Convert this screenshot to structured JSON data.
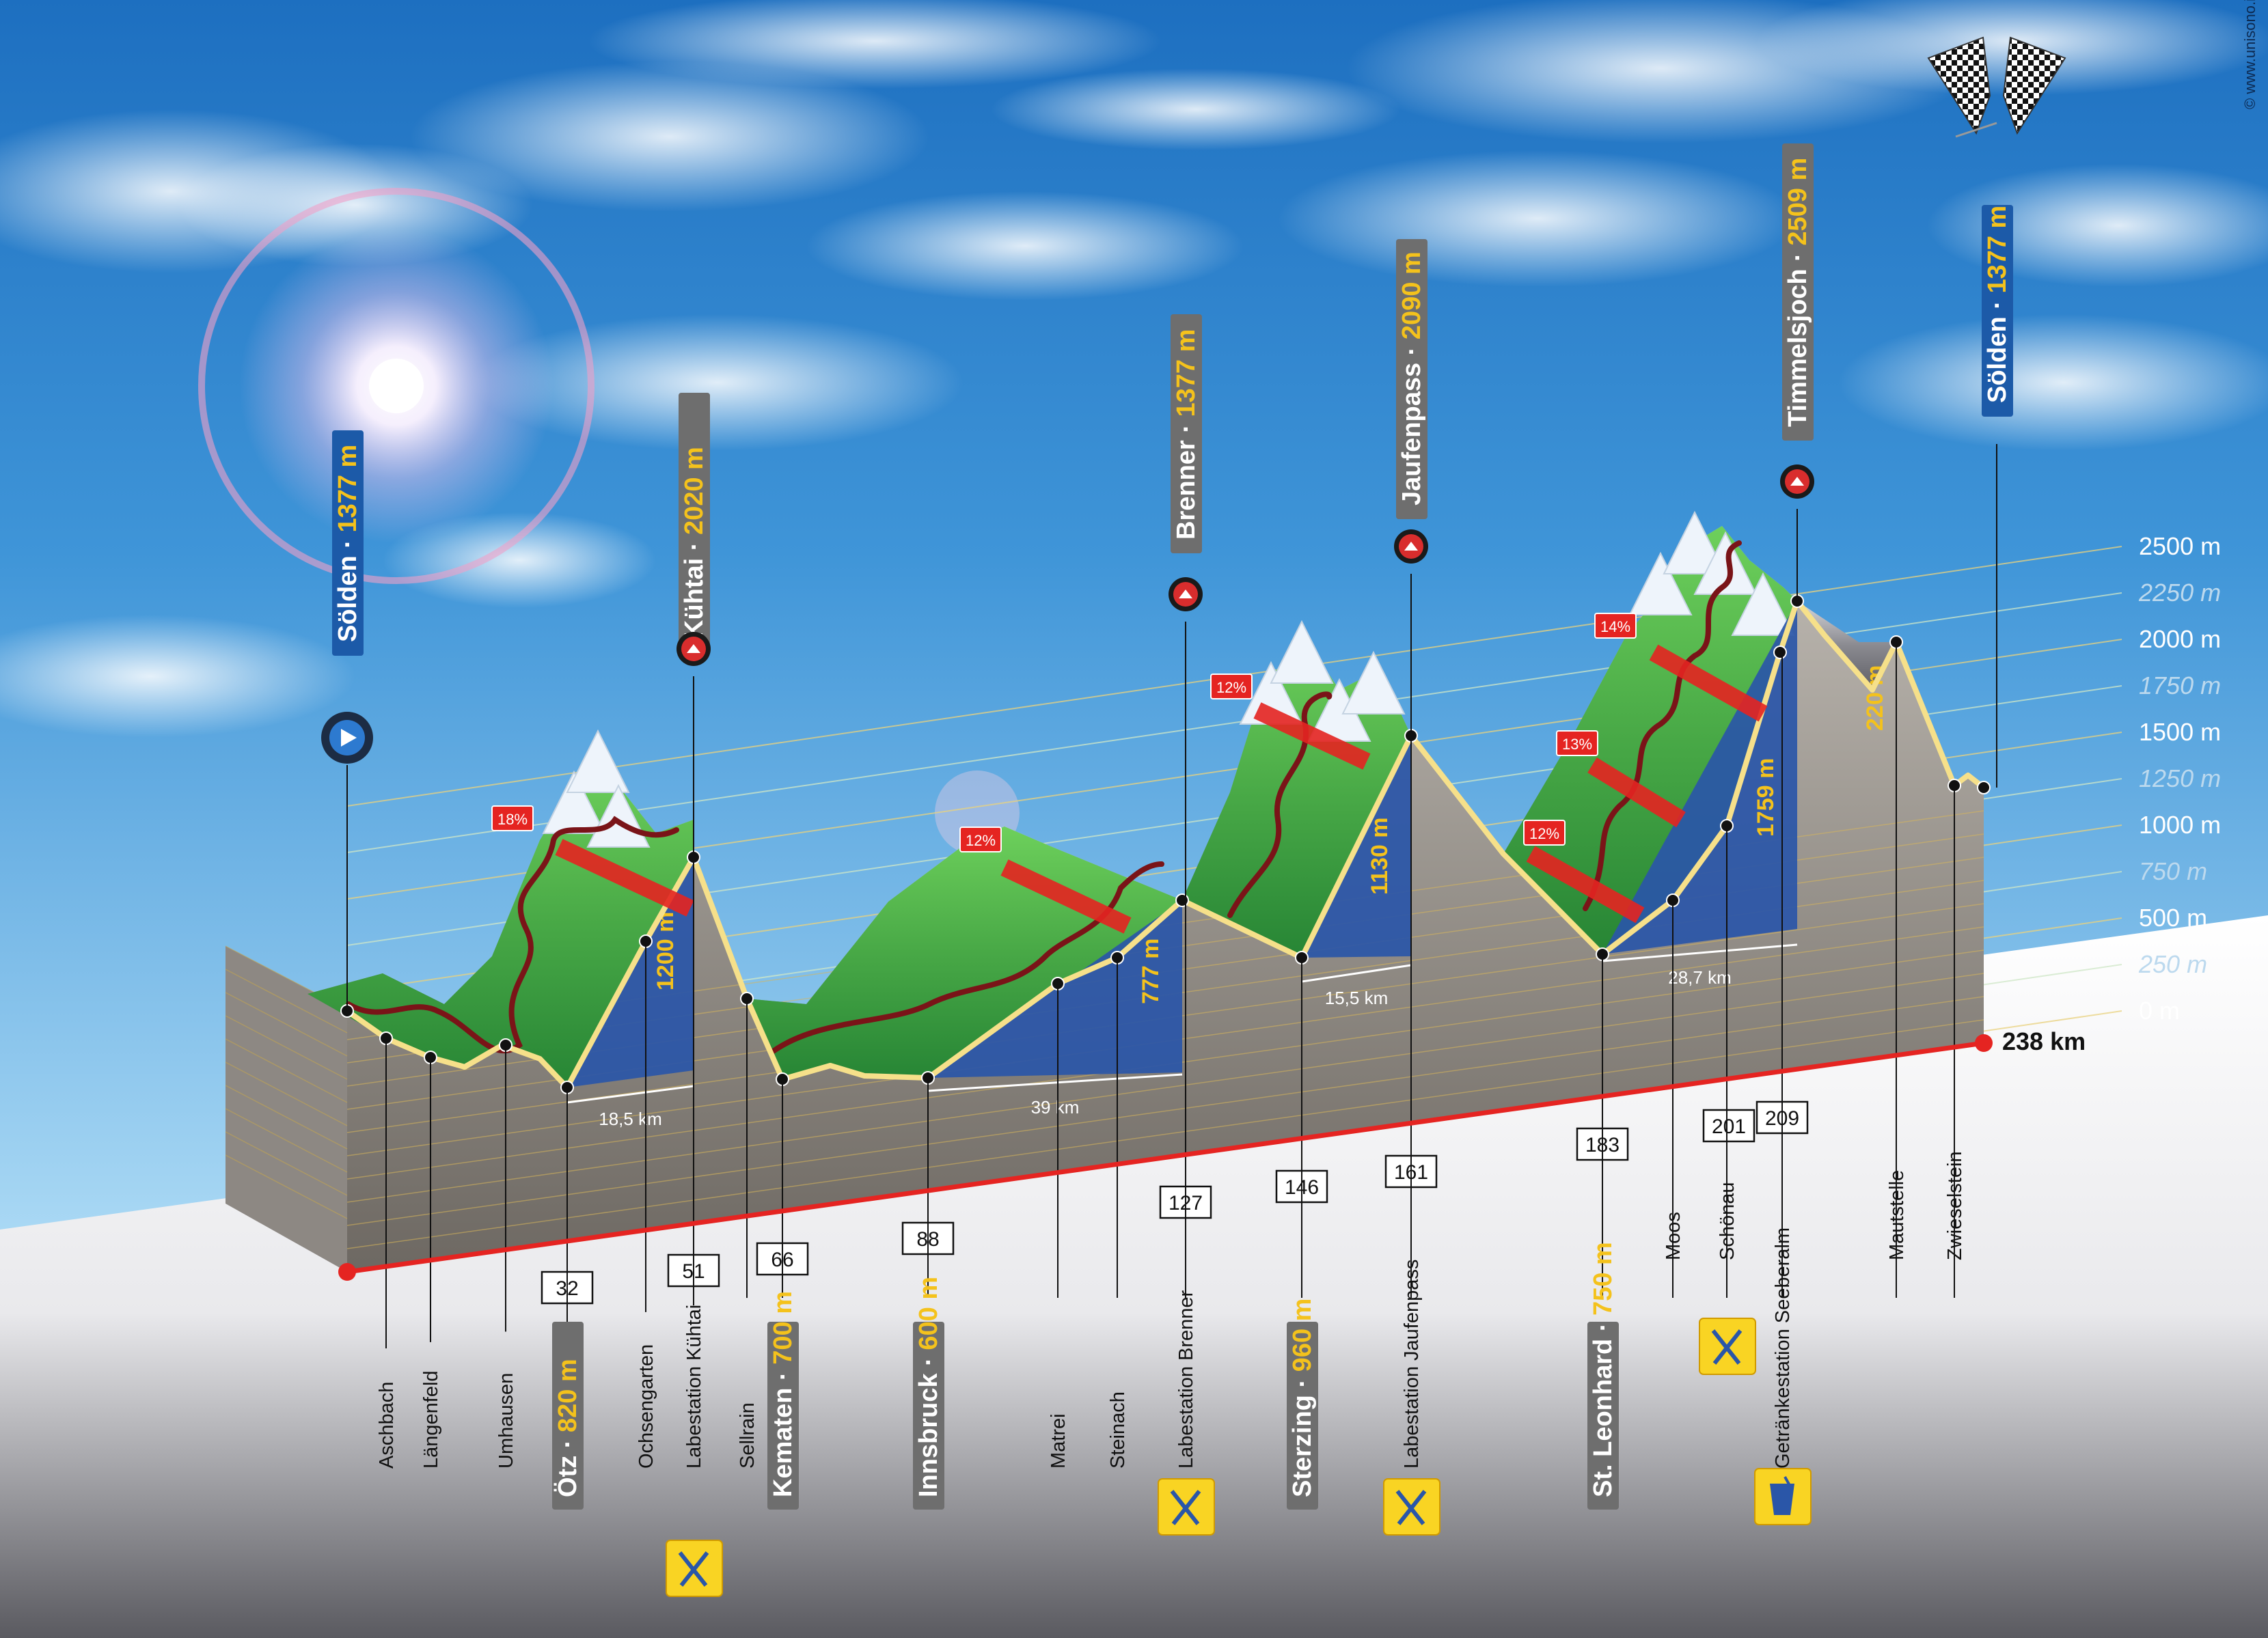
{
  "copyright": "© www.unisono.info",
  "distance_total": "238 km",
  "altitude_scale": [
    "2500 m",
    "2250 m",
    "2000 m",
    "1750 m",
    "1500 m",
    "1250 m",
    "1000 m",
    "750 m",
    "500 m",
    "250 m",
    "0 m"
  ],
  "top_labels": [
    {
      "name": "Sölden",
      "alt": "1377 m",
      "style": "blue",
      "icon": "play-icon"
    },
    {
      "name": "Kühtai",
      "alt": "2020 m",
      "style": "gray",
      "icon": "peak-icon"
    },
    {
      "name": "Brenner",
      "alt": "1377 m",
      "style": "gray",
      "icon": "peak-icon"
    },
    {
      "name": "Jaufenpass",
      "alt": "2090 m",
      "style": "gray",
      "icon": "peak-icon"
    },
    {
      "name": "Timmelsjoch",
      "alt": "2509 m",
      "style": "gray",
      "icon": "peak-icon"
    },
    {
      "name": "Sölden",
      "alt": "1377 m",
      "style": "blue",
      "icon": "checkered-flag-icon"
    }
  ],
  "gradients": [
    "18%",
    "12%",
    "12%",
    "14%",
    "13%",
    "12%"
  ],
  "climbs": [
    {
      "height": "1200 m",
      "length": "18,5 km"
    },
    {
      "height": "777 m",
      "length": "39 km"
    },
    {
      "height": "1130 m",
      "length": "15,5 km"
    },
    {
      "height": "1759 m",
      "length": "28,7 km"
    },
    {
      "height": "220 m",
      "length": ""
    }
  ],
  "km_markers": [
    "32",
    "51",
    "66",
    "88",
    "127",
    "146",
    "161",
    "183",
    "201",
    "209"
  ],
  "places": [
    {
      "label": "Aschbach",
      "style": "plain",
      "km": ""
    },
    {
      "label": "Längenfeld",
      "style": "plain",
      "km": ""
    },
    {
      "label": "Umhausen",
      "style": "plain",
      "km": ""
    },
    {
      "label": "Ötz",
      "alt": "820 m",
      "style": "box",
      "km": "32"
    },
    {
      "label": "Ochsengarten",
      "style": "plain",
      "km": ""
    },
    {
      "label": "Labestation Kühtai",
      "style": "plain",
      "km": "51",
      "food": true
    },
    {
      "label": "Sellrain",
      "style": "plain",
      "km": ""
    },
    {
      "label": "Kematen",
      "alt": "700 m",
      "style": "box",
      "km": "66"
    },
    {
      "label": "Innsbruck",
      "alt": "600 m",
      "style": "box",
      "km": "88"
    },
    {
      "label": "Matrei",
      "style": "plain",
      "km": ""
    },
    {
      "label": "Steinach",
      "style": "plain",
      "km": ""
    },
    {
      "label": "Labestation Brenner",
      "style": "plain",
      "km": "127",
      "food": true
    },
    {
      "label": "Sterzing",
      "alt": "960 m",
      "style": "box",
      "km": "146"
    },
    {
      "label": "Labestation Jaufenpass",
      "style": "plain",
      "km": "161",
      "food": true
    },
    {
      "label": "St. Leonhard",
      "alt": "750 m",
      "style": "box",
      "km": "183"
    },
    {
      "label": "Moos",
      "style": "plain",
      "km": ""
    },
    {
      "label": "Schönau",
      "style": "plain",
      "km": "201",
      "food": true
    },
    {
      "label": "Getränkestation Seeberalm",
      "style": "plain",
      "km": "209",
      "drink": true
    },
    {
      "label": "Mautstelle",
      "style": "plain",
      "km": ""
    },
    {
      "label": "Zwieselstein",
      "style": "plain",
      "km": ""
    }
  ],
  "colors": {
    "sky_top": "#1e7fc9",
    "sky_bottom": "#8ec8ef",
    "label_blue": "#1c5aa8",
    "label_gray": "#6e6e6e",
    "alt_yellow": "#f4c21c",
    "climb_blue": "#2a56a8",
    "grass": "#3fae3a",
    "route_red": "#e52421",
    "road_yellow": "#f6e08a",
    "icon_yellow": "#f9d423"
  }
}
